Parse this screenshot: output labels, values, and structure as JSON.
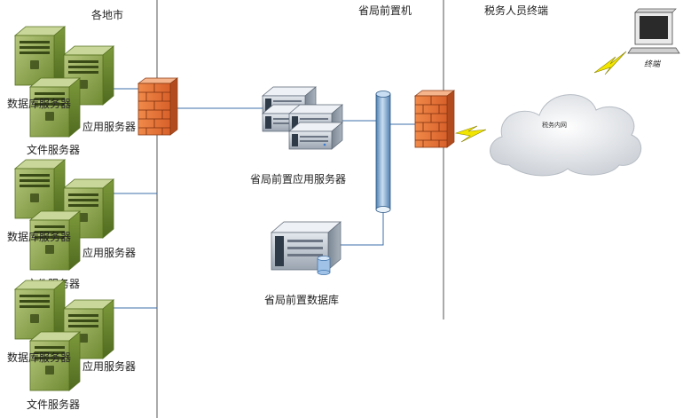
{
  "zones": {
    "regional": "各地市",
    "provincial": "省局前置机",
    "terminal": "税务人员终端"
  },
  "groups": [
    {
      "db_server": "数据库服务器",
      "app_server": "应用服务器",
      "file_server": "文件服务器"
    },
    {
      "db_server": "数据库服务器",
      "app_server": "应用服务器",
      "file_server": "文件服务器"
    },
    {
      "db_server": "数据库服务器",
      "app_server": "应用服务器",
      "file_server": "文件服务器"
    }
  ],
  "provincial": {
    "app_server_label": "省局前置应用服务器",
    "database_label": "省局前置数据库"
  },
  "network": {
    "cloud_label": "税务内网",
    "terminal_label": "终端"
  },
  "colors": {
    "server_green": "#8aa349",
    "firewall_orange": "#e8753a",
    "pipe_blue": "#8fb6d9",
    "line_blue": "#3c6fa8",
    "cloud_gray": "#d9dde2",
    "bolt_yellow": "#f2e600"
  }
}
